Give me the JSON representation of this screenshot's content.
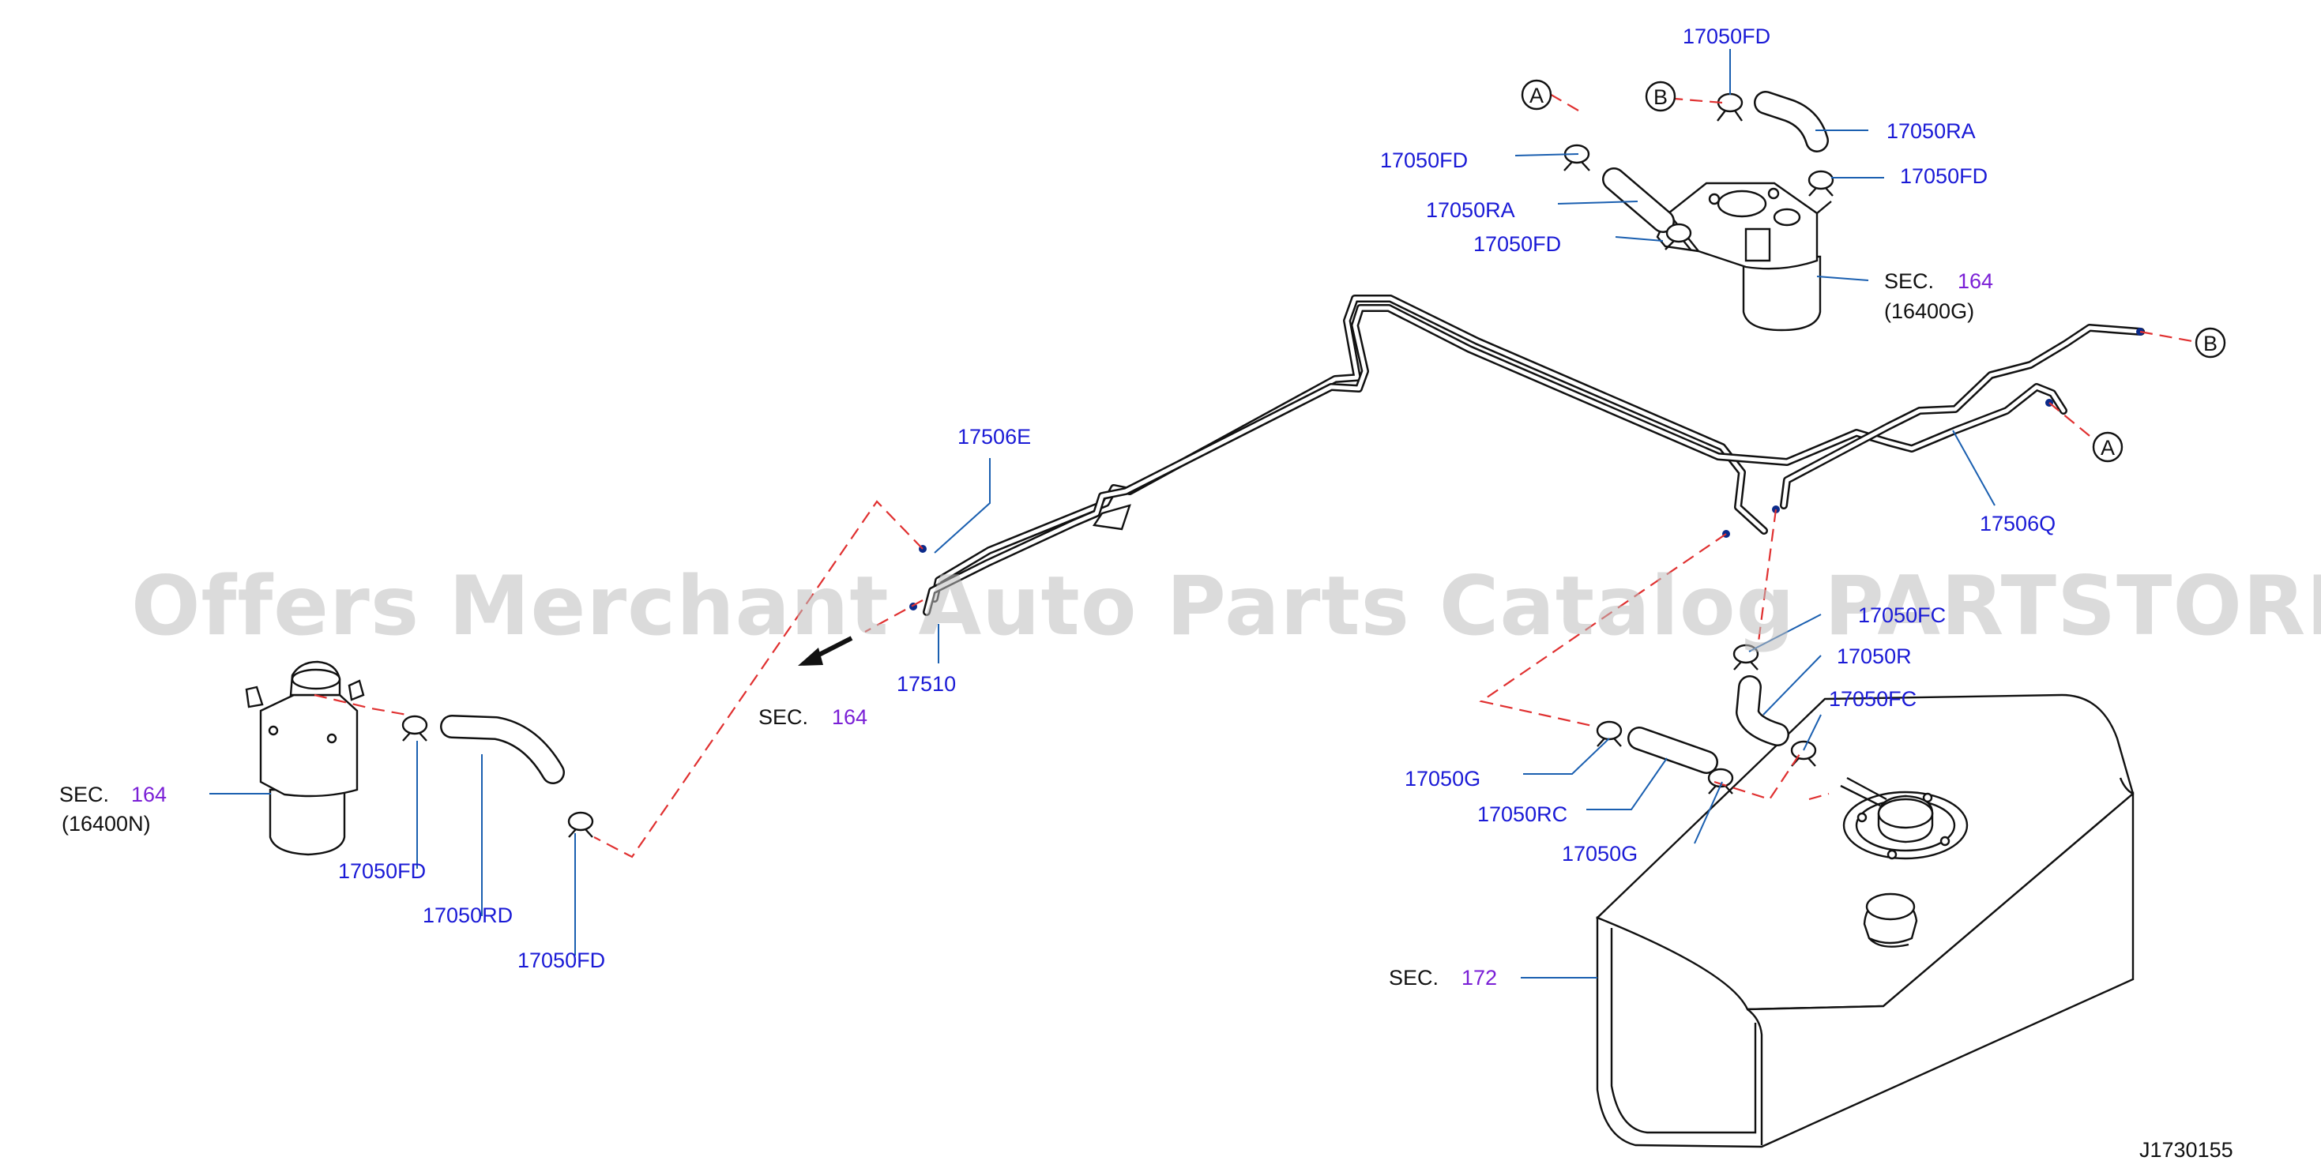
{
  "diagram_id": "J1730155",
  "watermark": "Offers Merchant Auto Parts Catalog PARTSTORE.SA",
  "sec_prefix": "SEC.",
  "callouts": {
    "a_left": "A",
    "b_left": "B",
    "b_right": "B",
    "a_right": "A"
  },
  "labels": {
    "fd_top": "17050FD",
    "ra_top": "17050RA",
    "fd_left_upper": "17050FD",
    "fd_right_upper": "17050FD",
    "ra_mid": "17050RA",
    "fd_mid": "17050FD",
    "filter_top_sec_num": "164",
    "filter_top_part": "(16400G)",
    "pipe_front": "17506E",
    "pipe_clip": "17510",
    "arrow_sec_num": "164",
    "pipe_rear": "17506Q",
    "fc_upper": "17050FC",
    "r_hose": "17050R",
    "fc_lower": "17050FC",
    "g_left": "17050G",
    "rc_hose": "17050RC",
    "g_lower": "17050G",
    "filter_left_sec_num": "164",
    "filter_left_part": "(16400N)",
    "fd_left_1": "17050FD",
    "rd_hose": "17050RD",
    "fd_left_2": "17050FD",
    "tank_sec_num": "172"
  },
  "colors": {
    "part_number": "#1a1ad6",
    "section_number": "#7a1fd6",
    "leader_line": "#1a5fb0",
    "dashed_connector": "#e03030",
    "drawing": "#111111",
    "watermark": "#bdbdbd"
  }
}
